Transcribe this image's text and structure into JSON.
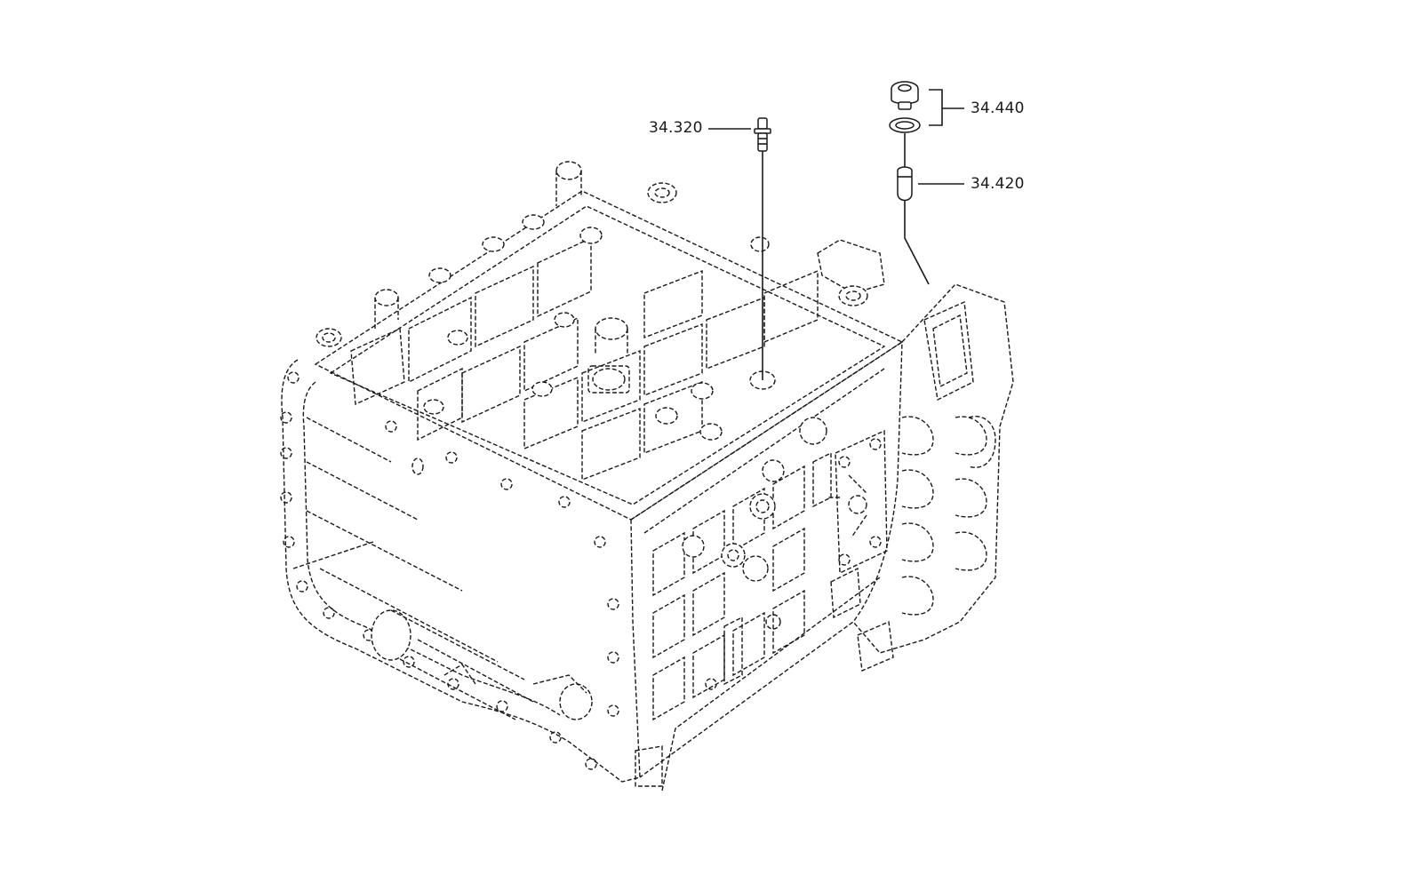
{
  "diagram": {
    "callouts": [
      {
        "id": "c1",
        "label": "34.320"
      },
      {
        "id": "c2",
        "label": "34.440"
      },
      {
        "id": "c3",
        "label": "34.420"
      }
    ],
    "line_color": "#1a1a1a",
    "background": "#ffffff"
  }
}
